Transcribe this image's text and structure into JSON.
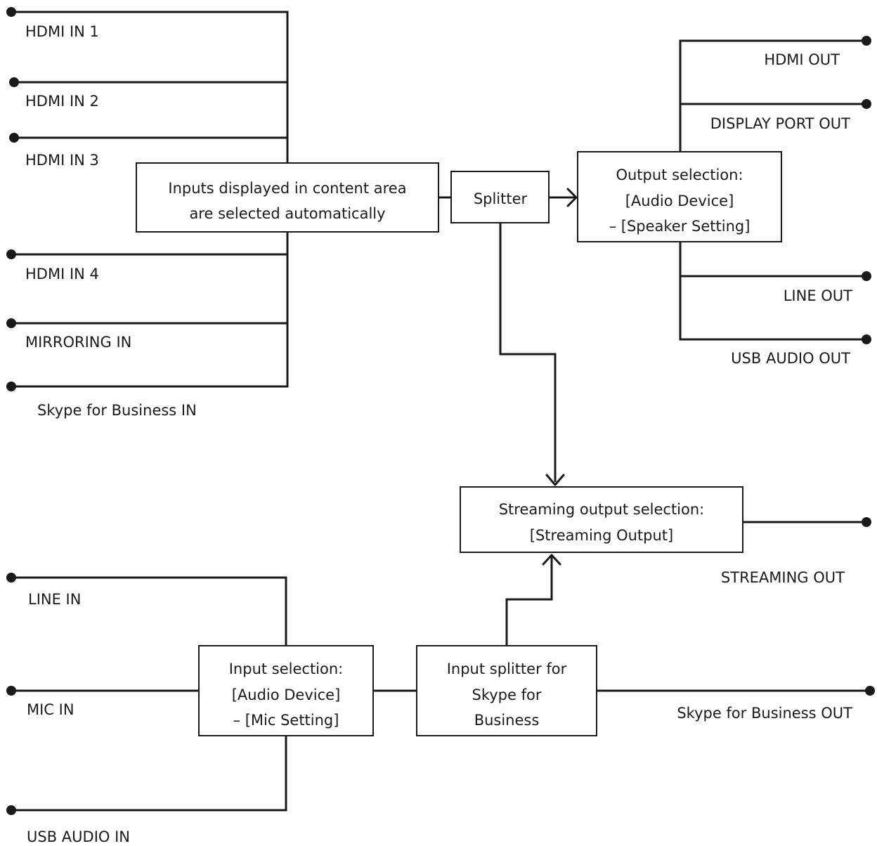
{
  "inputs_video": {
    "hdmi_in_1": "HDMI IN 1",
    "hdmi_in_2": "HDMI IN 2",
    "hdmi_in_3": "HDMI IN 3",
    "hdmi_in_4": "HDMI IN 4",
    "mirroring_in": "MIRRORING IN",
    "skype_in": "Skype for Business IN"
  },
  "auto_select_box": {
    "line1": "Inputs displayed in content area",
    "line2": "are selected automatically"
  },
  "splitter_box": {
    "label": "Splitter"
  },
  "output_selection_box": {
    "line1": "Output selection:",
    "line2": "[Audio Device]",
    "line3": "– [Speaker Setting]"
  },
  "outputs_audio": {
    "hdmi_out": "HDMI OUT",
    "display_port_out": "DISPLAY PORT OUT",
    "line_out": "LINE OUT",
    "usb_audio_out": "USB AUDIO OUT"
  },
  "streaming_box": {
    "line1": "Streaming output selection:",
    "line2": "[Streaming Output]"
  },
  "streaming_out": "STREAMING OUT",
  "inputs_audio": {
    "line_in": "LINE IN",
    "mic_in": "MIC IN",
    "usb_audio_in": "USB AUDIO IN"
  },
  "input_selection_box": {
    "line1": "Input selection:",
    "line2": "[Audio Device]",
    "line3": "– [Mic Setting]"
  },
  "skype_splitter_box": {
    "line1": "Input splitter for",
    "line2": "Skype for",
    "line3": "Business"
  },
  "skype_out": "Skype for Business OUT"
}
